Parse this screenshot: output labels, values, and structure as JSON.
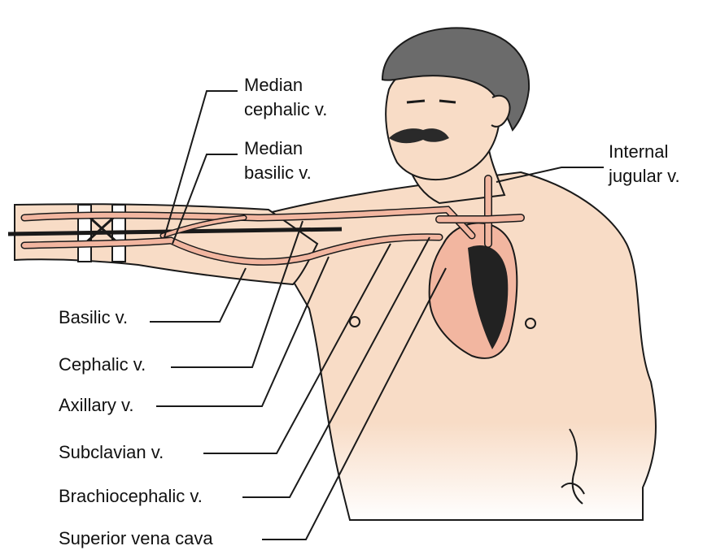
{
  "labels": {
    "median_cephalic": [
      "Median",
      "cephalic v."
    ],
    "median_basilic": [
      "Median",
      "basilic v."
    ],
    "internal_jugular": [
      "Internal",
      "jugular v."
    ],
    "basilic": "Basilic v.",
    "cephalic": "Cephalic v.",
    "axillary": "Axillary v.",
    "subclavian": "Subclavian v.",
    "brachiocephalic": "Brachiocephalic v.",
    "superior_vena_cava": "Superior vena cava"
  },
  "colors": {
    "skin": "#f8dcc6",
    "vein": "#f2b6a0",
    "outline": "#1a1a1a",
    "hair": "#6b6b6b"
  }
}
